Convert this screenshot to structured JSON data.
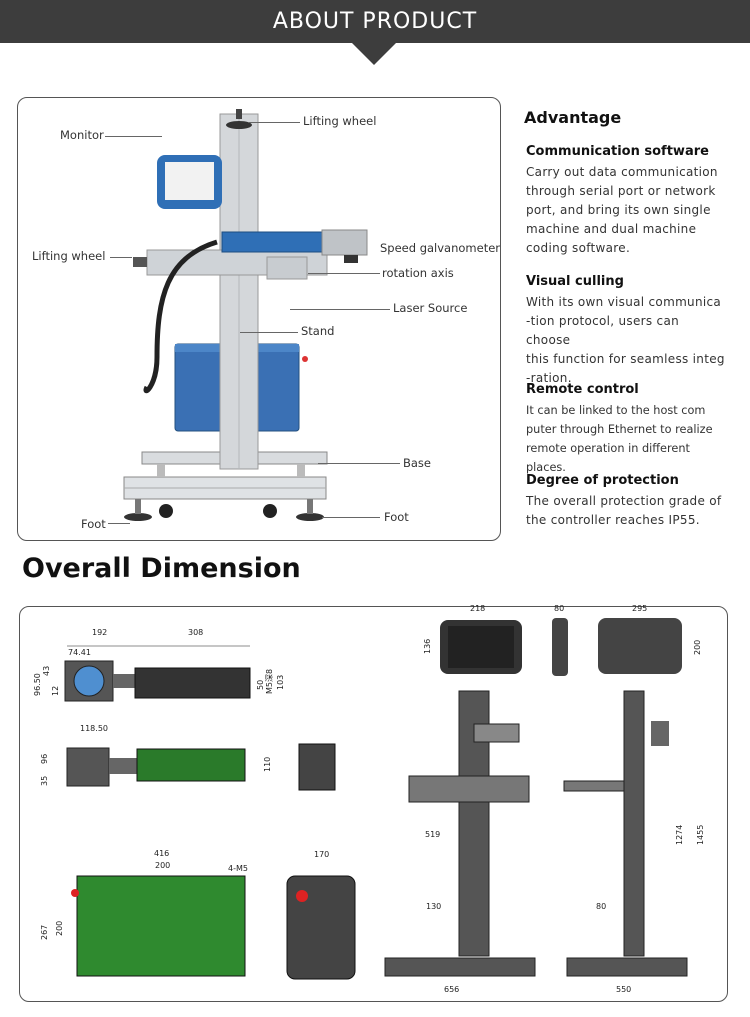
{
  "banner": {
    "title": "ABOUT PRODUCT"
  },
  "machine_labels": {
    "monitor": "Monitor",
    "lifting_wheel_top": "Lifting wheel",
    "lifting_wheel_left": "Lifting wheel",
    "speed_galvanometer": "Speed galvanometer",
    "rotation_axis": "rotation axis",
    "laser_source": "Laser  Source",
    "stand": "Stand",
    "base": "Base",
    "foot_left": "Foot",
    "foot_right": "Foot"
  },
  "advantage": {
    "title": "Advantage",
    "items": [
      {
        "heading": "Communication software",
        "lines": [
          "Carry out data communication",
          "through serial port or network",
          "port, and bring its own single",
          "machine and dual machine",
          "coding software."
        ]
      },
      {
        "heading": "Visual culling",
        "lines": [
          "With its own visual communica",
          "-tion protocol, users can choose",
          "this function for seamless integ",
          "-ration."
        ]
      },
      {
        "heading": "Remote control",
        "lines": [
          "It can be linked to the host com",
          "puter through Ethernet to realize",
          "remote operation in different places."
        ]
      },
      {
        "heading": "Degree of protection",
        "lines": [
          "The overall protection grade of",
          "the controller reaches IP55."
        ]
      }
    ]
  },
  "dimension": {
    "title": "Overall Dimension",
    "head_top": {
      "d192": "192",
      "d308": "308",
      "d7441": "74.41",
      "d9650": "96.50",
      "d43": "43",
      "d12": "12",
      "dM5": "M5深8",
      "d50": "50",
      "d103": "103"
    },
    "head_side": {
      "d11850": "118.50",
      "d96": "96",
      "d35": "35",
      "d110": "110"
    },
    "source": {
      "d416": "416",
      "d200w": "200",
      "dM5": "4-M5",
      "d267": "267",
      "d200h": "200",
      "d170": "170"
    },
    "monitor": {
      "d218": "218",
      "d136": "136",
      "d80": "80",
      "d295": "295",
      "d200": "200"
    },
    "stand": {
      "d519": "519",
      "d130": "130",
      "d656": "656",
      "d80": "80",
      "d1274": "1274",
      "d1455": "1455",
      "d550": "550"
    }
  }
}
